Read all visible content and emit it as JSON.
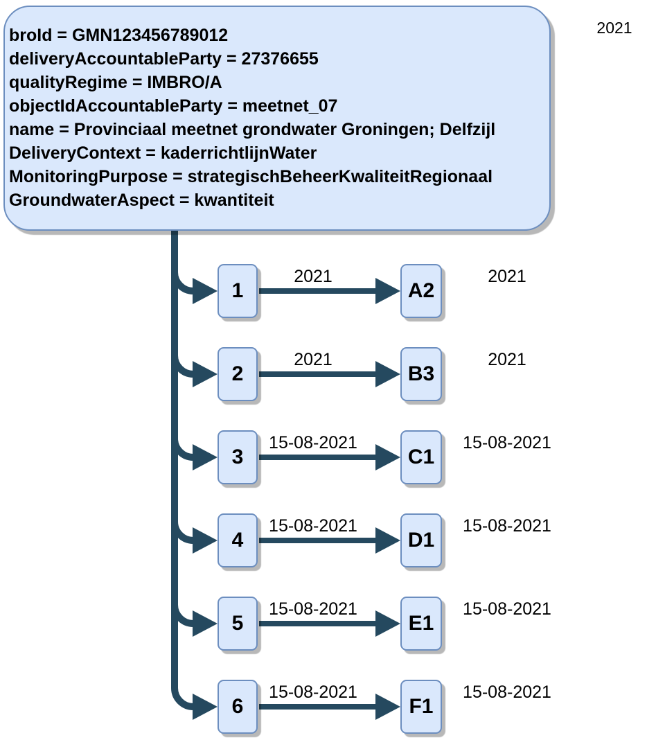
{
  "diagram": {
    "root": {
      "lines": [
        "broId = GMN123456789012",
        "deliveryAccountableParty = 27376655",
        "qualityRegime = IMBRO/A",
        "objectIdAccountableParty = meetnet_07",
        "name = Provinciaal meetnet grondwater Groningen; Delfzijl",
        "DeliveryContext = kaderrichtlijnWater",
        "MonitoringPurpose = strategischBeheerKwaliteitRegionaal",
        "GroundwaterAspect = kwantiteit"
      ],
      "year_label": "2021"
    },
    "rows": [
      {
        "index": "1",
        "edge_label": "2021",
        "target": "A2",
        "right_label": "2021"
      },
      {
        "index": "2",
        "edge_label": "2021",
        "target": "B3",
        "right_label": "2021"
      },
      {
        "index": "3",
        "edge_label": "15-08-2021",
        "target": "C1",
        "right_label": "15-08-2021"
      },
      {
        "index": "4",
        "edge_label": "15-08-2021",
        "target": "D1",
        "right_label": "15-08-2021"
      },
      {
        "index": "5",
        "edge_label": "15-08-2021",
        "target": "E1",
        "right_label": "15-08-2021"
      },
      {
        "index": "6",
        "edge_label": "15-08-2021",
        "target": "F1",
        "right_label": "15-08-2021"
      }
    ],
    "colors": {
      "node_fill": "#dae8fc",
      "node_border": "#6c8ebf",
      "connector": "#25495f"
    }
  }
}
